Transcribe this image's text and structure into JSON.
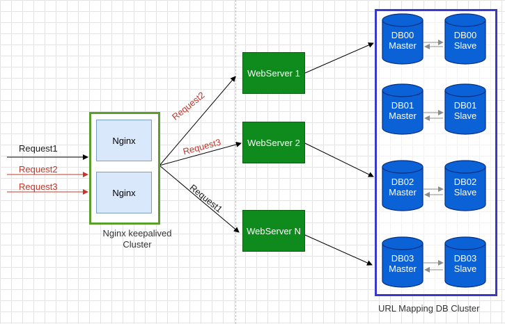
{
  "nginx_cluster": {
    "label": "Nginx keepalived Cluster",
    "label_line1": "Nginx keepalived",
    "label_line2": "Cluster",
    "nodes": [
      "Nginx",
      "Nginx"
    ]
  },
  "requests_in": [
    "Request1",
    "Request2",
    "Request3"
  ],
  "edge_labels": {
    "to_ws1": "Request2",
    "to_ws2": "Request3",
    "to_wsn": "Request1"
  },
  "webservers": [
    "WebServer 1",
    "WebServer 2",
    "WebServer N"
  ],
  "db_cluster": {
    "label": "URL Mapping DB Cluster",
    "pairs": [
      {
        "master": [
          "DB00",
          "Master"
        ],
        "slave": [
          "DB00",
          "Slave"
        ]
      },
      {
        "master": [
          "DB01",
          "Master"
        ],
        "slave": [
          "DB01",
          "Slave"
        ]
      },
      {
        "master": [
          "DB02",
          "Master"
        ],
        "slave": [
          "DB02",
          "Slave"
        ]
      },
      {
        "master": [
          "DB03",
          "Master"
        ],
        "slave": [
          "DB03",
          "Slave"
        ]
      }
    ]
  },
  "colors": {
    "black": "#000000",
    "red": "#c0392b",
    "green": "#0f8a1c",
    "blue": "#3838d0",
    "db_fill": "#0b61d6"
  }
}
